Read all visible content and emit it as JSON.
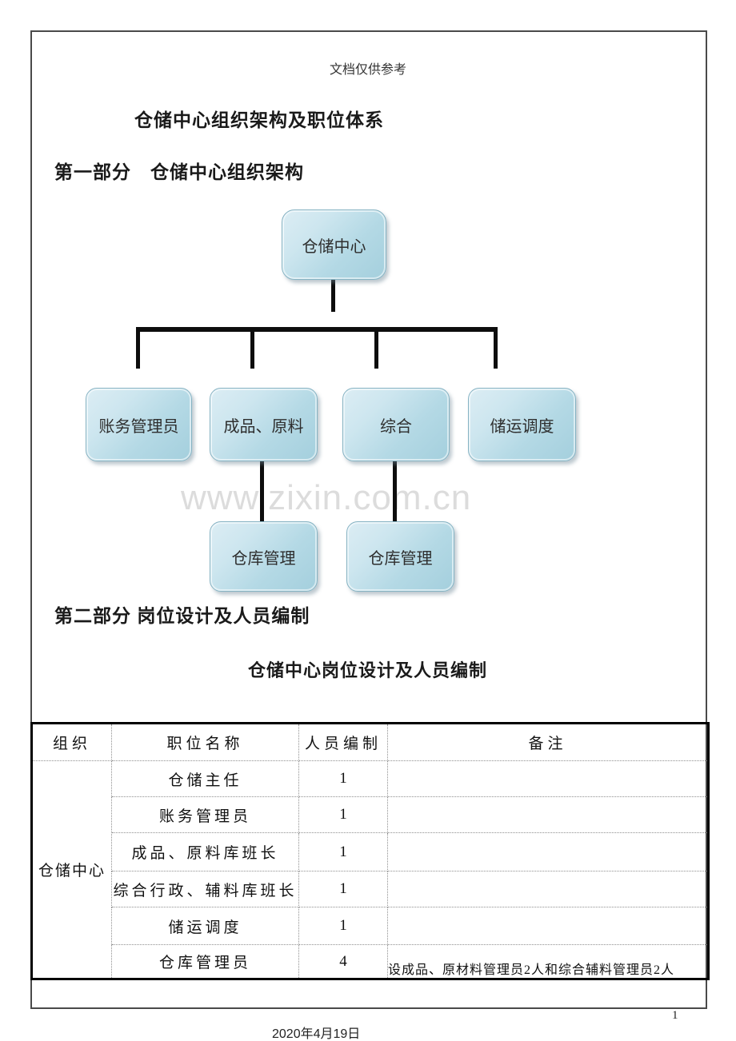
{
  "page": {
    "header_note": "文档仅供参考",
    "footer_date": "2020年4月19日",
    "page_number": "1"
  },
  "document": {
    "title": "仓储中心组织架构及职位体系",
    "part1_heading": "第一部分　仓储中心组织架构",
    "part2_heading": "第二部分 岗位设计及人员编制",
    "table_title": "仓储中心岗位设计及人员编制"
  },
  "watermark": "www.zixin.com.cn",
  "org_chart": {
    "root_label": "仓储中心",
    "level2": [
      {
        "label": "账务管理员"
      },
      {
        "label": "成品、原料"
      },
      {
        "label": "综合"
      },
      {
        "label": "储运调度"
      }
    ],
    "level3": [
      {
        "label": "仓库管理"
      },
      {
        "label": "仓库管理"
      }
    ],
    "box_fill_light": "#dcedf4",
    "box_fill_dark": "#a4cfdd",
    "box_border_color": "#86b3c3",
    "connector_color": "#0d0d0d"
  },
  "table": {
    "headers": [
      "组织",
      "职位名称",
      "人员编制",
      "备注"
    ],
    "org_cell": "仓储中心",
    "rows": [
      {
        "position": "仓储主任",
        "headcount": "1",
        "note": ""
      },
      {
        "position": "账务管理员",
        "headcount": "1",
        "note": ""
      },
      {
        "position": "成品、原料库班长",
        "headcount": "1",
        "note": ""
      },
      {
        "position": "综合行政、辅料库班长",
        "headcount": "1",
        "note": ""
      },
      {
        "position": "储运调度",
        "headcount": "1",
        "note": ""
      },
      {
        "position": "仓库管理员",
        "headcount": "4",
        "note": "设成品、原材料管理员2人和综合辅料管理员2人"
      }
    ]
  }
}
